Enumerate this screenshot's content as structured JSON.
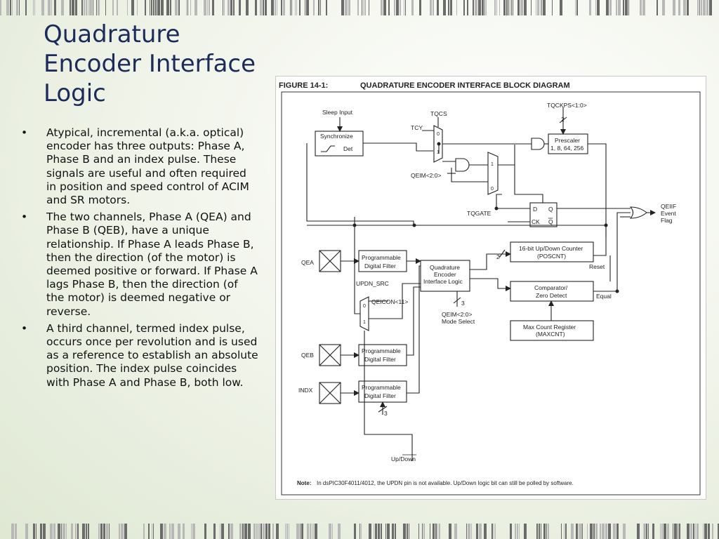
{
  "slide": {
    "title_lines": [
      "Quadrature",
      "Encoder Interface",
      "Logic"
    ],
    "bullets": [
      "Atypical, incremental (a.k.a. optical) encoder has three outputs: Phase A, Phase B and an index pulse. These signals are useful and often required in position and speed control of ACIM and SR motors.",
      "The two channels, Phase A (QEA) and Phase B (QEB), have a unique relationship. If Phase A leads Phase B, then the direction (of the motor) is deemed positive or forward. If Phase A lags Phase B, then the direction (of the motor) is deemed negative or reverse.",
      "A third channel, termed index pulse, occurs once per revolution and is used as a reference to establish an absolute position. The index pulse coincides with Phase A and Phase B, both low."
    ],
    "bullet_symbol": "•"
  },
  "figure": {
    "number": "FIGURE 14-1:",
    "caption": "QUADRATURE ENCODER INTERFACE BLOCK DIAGRAM",
    "labels": {
      "sleep_input": "Sleep Input",
      "tqcs": "TQCS",
      "tcy": "TCY",
      "tqckps": "TQCKPS<1:0>",
      "two": "2",
      "three": "3",
      "sync_1": "Synchronize",
      "sync_2": "Det",
      "prescaler_1": "Prescaler",
      "prescaler_2": "1, 8, 64, 256",
      "qeim": "QEIM<2:0>",
      "tqgate": "TQGATE",
      "d": "D",
      "q": "Q",
      "ck": "CK",
      "qbar": "Q",
      "qeif_1": "QEIIF",
      "qeif_2": "Event",
      "qeif_3": "Flag",
      "qea": "QEA",
      "qeb": "QEB",
      "indx": "INDX",
      "pdf_1": "Programmable",
      "pdf_2": "Digital Filter",
      "counter_1": "16-bit Up/Down Counter",
      "counter_2": "(POSCNT)",
      "reset": "Reset",
      "qel_1": "Quadrature",
      "qel_2": "Encoder",
      "qel_3": "Interface Logic",
      "comp_1": "Comparator/",
      "comp_2": "Zero Detect",
      "equal": "Equal",
      "maxcnt_1": "Max Count Register",
      "maxcnt_2": "(MAXCNT)",
      "updn_src": "UPDN_SRC",
      "qeicon": "QEICON<11>",
      "mode_1": "QEIM<2:0>",
      "mode_2": "Mode Select",
      "mux_0": "0",
      "mux_1": "1",
      "updown": "Up/Down",
      "note_label": "Note:",
      "note_text": "In dsPIC30F4011/4012, the UPDN pin is not available. Up/Down logic bit can still be polled by software."
    }
  }
}
